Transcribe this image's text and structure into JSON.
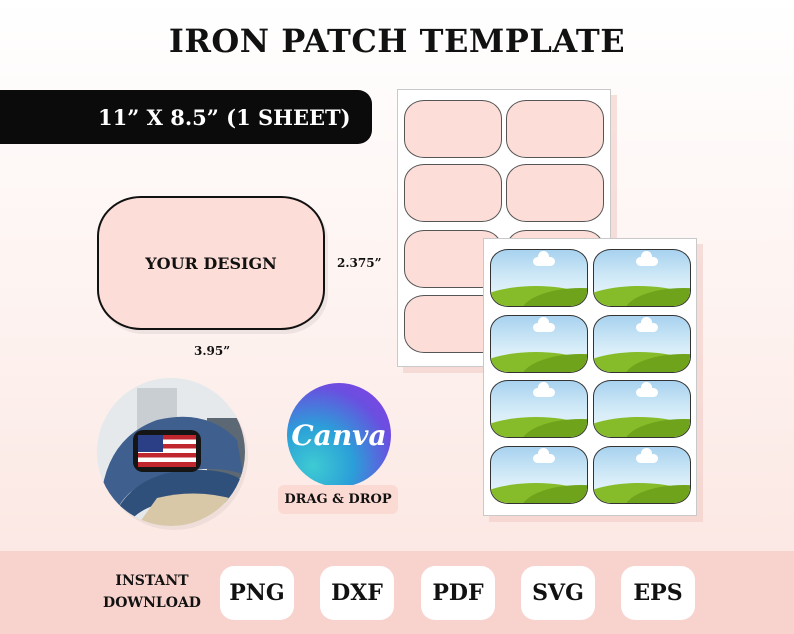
{
  "header": {
    "title": "IRON PATCH TEMPLATE"
  },
  "banner": {
    "size_text": "11” X 8.5” (1 SHEET)"
  },
  "patch": {
    "label": "YOUR DESIGN",
    "height_label": "2.375”",
    "width_label": "3.95”"
  },
  "canva": {
    "logo_text": "Canva",
    "badge": "DRAG & DROP"
  },
  "footer": {
    "instant_line1": "INSTANT",
    "instant_line2": "DOWNLOAD",
    "formats": [
      "PNG",
      "DXF",
      "PDF",
      "SVG",
      "EPS"
    ]
  },
  "colors": {
    "patch_pink": "#fcddd7",
    "banner_black": "#0b0b0b",
    "footer_pink": "#f8d3cd"
  }
}
